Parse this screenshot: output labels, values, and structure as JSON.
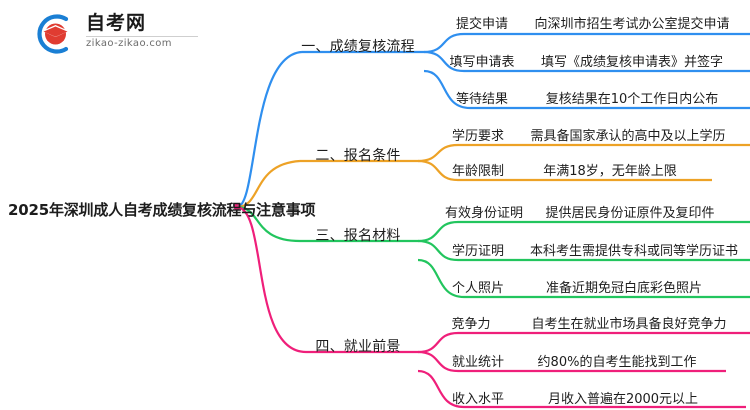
{
  "logo": {
    "name_cn": "自考网",
    "url": "zikao-zikao.com",
    "mark_icon": "graduation-cap-icon",
    "arc_color": "#1a7fd4",
    "cap_color": "#e03c31"
  },
  "mindmap": {
    "root": {
      "label": "2025年深圳成人自考成绩复核流程与注意事项"
    },
    "branches": [
      {
        "label": "一、成绩复核流程",
        "color": "#2f8fef",
        "items": [
          {
            "key": "提交申请",
            "value": "向深圳市招生考试办公室提交申请"
          },
          {
            "key": "填写申请表",
            "value": "填写《成绩复核申请表》并签字"
          },
          {
            "key": "等待结果",
            "value": "复核结果在10个工作日内公布"
          }
        ]
      },
      {
        "label": "二、报名条件",
        "color": "#eda226",
        "items": [
          {
            "key": "学历要求",
            "value": "需具备国家承认的高中及以上学历"
          },
          {
            "key": "年龄限制",
            "value": "年满18岁，无年龄上限"
          }
        ]
      },
      {
        "label": "三、报名材料",
        "color": "#22c55e",
        "items": [
          {
            "key": "有效身份证明",
            "value": "提供居民身份证原件及复印件"
          },
          {
            "key": "学历证明",
            "value": "本科考生需提供专科或同等学历证书"
          },
          {
            "key": "个人照片",
            "value": "准备近期免冠白底彩色照片"
          }
        ]
      },
      {
        "label": "四、就业前景",
        "color": "#ef1f7a",
        "items": [
          {
            "key": "竞争力",
            "value": "自考生在就业市场具备良好竞争力"
          },
          {
            "key": "就业统计",
            "value": "约80%的自考生能找到工作"
          },
          {
            "key": "收入水平",
            "value": "月收入普遍在2000元以上"
          }
        ]
      }
    ]
  }
}
